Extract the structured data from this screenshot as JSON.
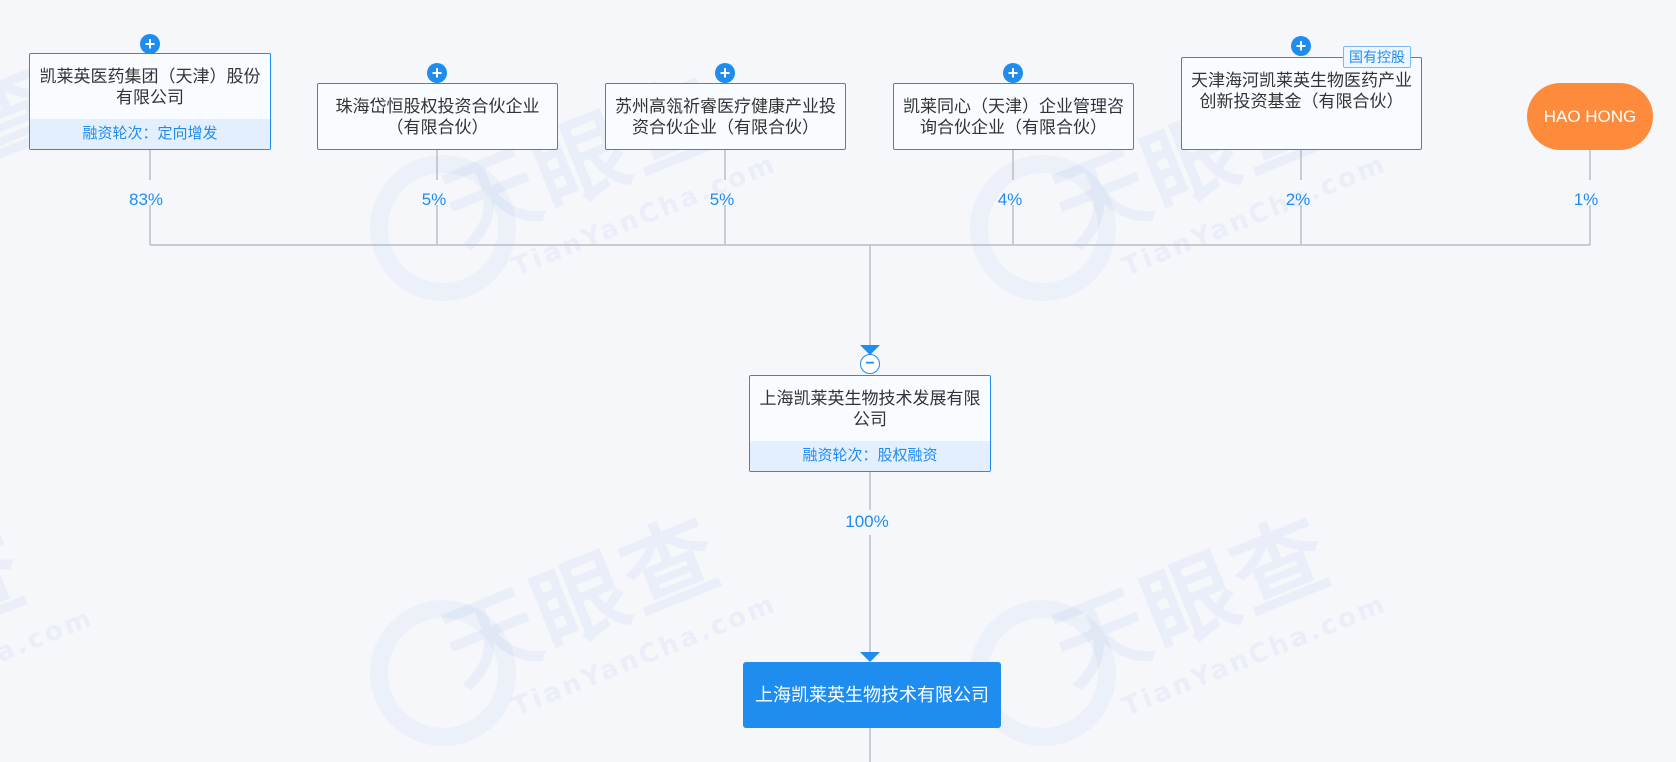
{
  "shareholders": [
    {
      "name": "凯莱英医药集团（天津）股份有限公司",
      "round_label": "融资轮次：定向增发",
      "percent": "83%"
    },
    {
      "name": "珠海岱恒股权投资合伙企业（有限合伙）",
      "percent": "5%"
    },
    {
      "name": "苏州高瓴祈睿医疗健康产业投资合伙企业（有限合伙）",
      "percent": "5%"
    },
    {
      "name": "凯莱同心（天津）企业管理咨询合伙企业（有限合伙）",
      "percent": "4%"
    },
    {
      "name": "天津海河凯莱英生物医药产业创新投资基金（有限合伙）",
      "tag": "国有控股",
      "percent": "2%"
    },
    {
      "name": "HAO HONG",
      "percent": "1%"
    }
  ],
  "company": {
    "name": "上海凯莱英生物技术发展有限公司",
    "round_label": "融资轮次：股权融资",
    "child_percent": "100%"
  },
  "subsidiary": {
    "name": "上海凯莱英生物技术有限公司"
  },
  "icons": {
    "expand": "plus-icon",
    "collapse": "minus-icon"
  },
  "colors": {
    "accent": "#1f8cf0",
    "person": "#fd8b3b",
    "line": "#b8bdc6"
  }
}
